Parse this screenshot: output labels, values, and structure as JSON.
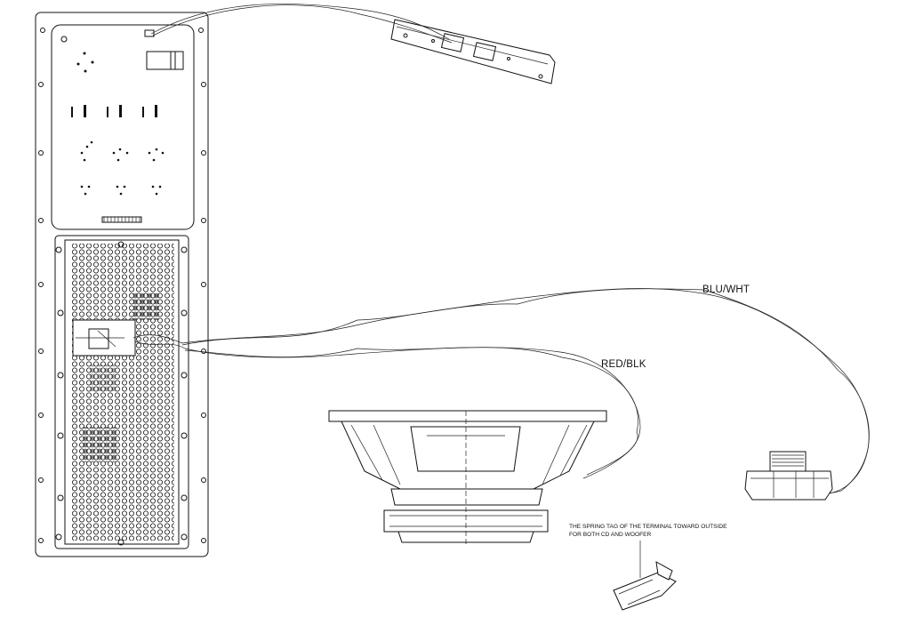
{
  "labels": {
    "blu_wht": "BLU/WHT",
    "red_blk": "RED/BLK",
    "note_line1": "THE SPRING TAG OF THE TERMINAL TOWARD OUTSIDE",
    "note_line2": "FOR BOTH CD AND WOOFER"
  }
}
